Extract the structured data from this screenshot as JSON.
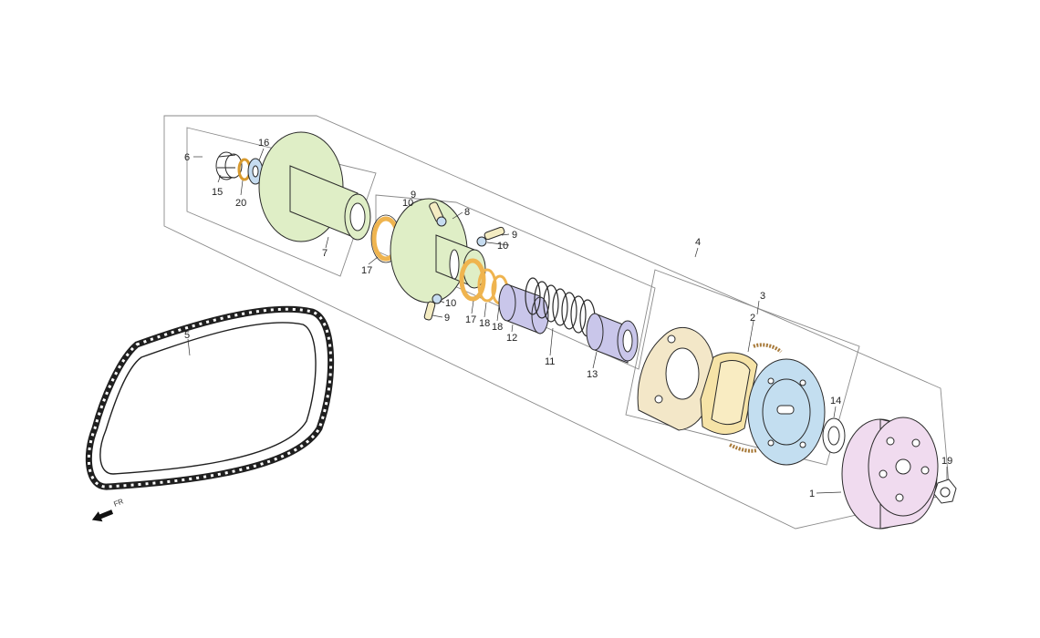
{
  "diagram": {
    "direction_label": "FR",
    "callouts": {
      "c1": "1",
      "c2": "2",
      "c3": "3",
      "c4": "4",
      "c5": "5",
      "c6": "6",
      "c7": "7",
      "c8": "8",
      "c9a": "9",
      "c9b": "9",
      "c9c": "9",
      "c10a": "10",
      "c10b": "10",
      "c10c": "10",
      "c11": "11",
      "c12": "12",
      "c13": "13",
      "c14": "14",
      "c15": "15",
      "c16": "16",
      "c17a": "17",
      "c17b": "17",
      "c18a": "18",
      "c18b": "18",
      "c19": "19",
      "c20": "20"
    },
    "colors": {
      "sheave_green": "#dfeec6",
      "ring_orange": "#efb44f",
      "collar_lavender": "#c9c6ea",
      "bearing_blue": "#c6dcf0",
      "clutch_plate_blue": "#c3def0",
      "shoe_yellow": "#f6e3a7",
      "bell_pink": "#f0dbef",
      "plate_tan": "#f3e7c8"
    }
  }
}
